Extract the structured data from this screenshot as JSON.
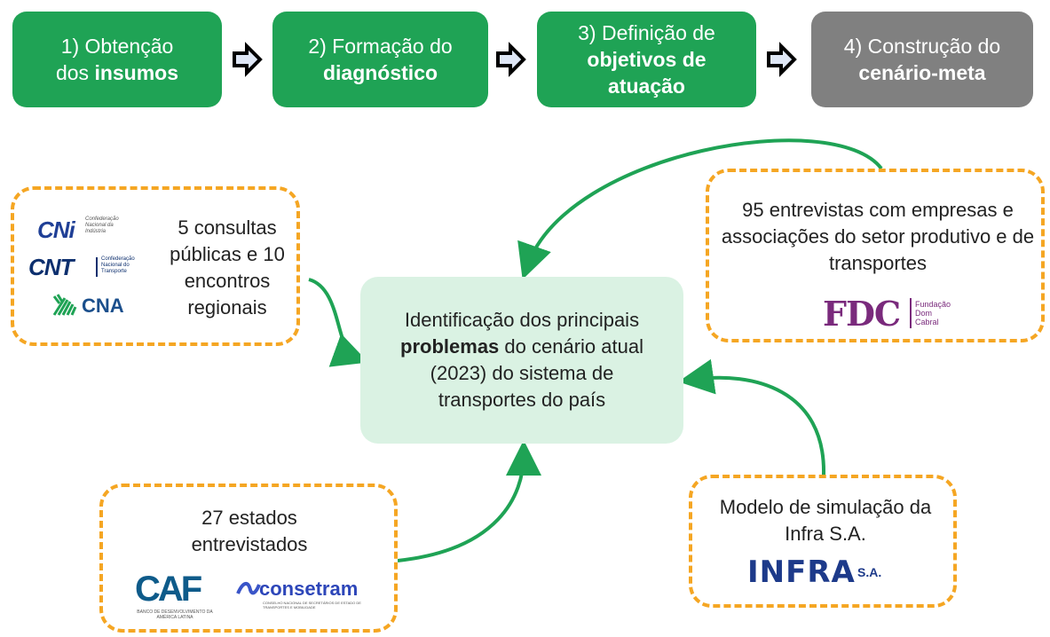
{
  "steps": [
    {
      "line1": "1) Obtenção",
      "line2a": "dos ",
      "line2b": "insumos"
    },
    {
      "line1": "2) Formação do",
      "line2b": "diagnóstico"
    },
    {
      "line1": "3) Definição de",
      "line2b": "objetivos de",
      "line3b": "atuação"
    },
    {
      "line1": "4) Construção do",
      "line2b": "cenário-meta"
    }
  ],
  "center": {
    "pre": "Identificação dos principais ",
    "bold": "problemas",
    "post": " do cenário atual (2023) do sistema de transportes do país"
  },
  "sources": {
    "consultas": {
      "text": "5 consultas públicas e 10 encontros regionais",
      "logos": {
        "cni": "CNi",
        "cni_sub": "Confederação Nacional da Indústria",
        "cnt": "CNT",
        "cnt_sub": "Confederação Nacional do Transporte",
        "cna": "CNA"
      }
    },
    "entrevistas": {
      "text": "95 entrevistas com empresas e associações do setor produtivo e de transportes",
      "logo": "FDC",
      "logo_sub": "Fundação Dom Cabral"
    },
    "estados": {
      "text": "27 estados entrevistados",
      "logos": {
        "caf": "CAF",
        "caf_sub": "BANCO DE DESENVOLVIMENTO DA AMÉRICA LATINA",
        "consetram": "consetram",
        "consetram_sub": "CONSELHO NACIONAL DE SECRETÁRIOS DE ESTADO DE TRANSPORTES E MOBILIDADE"
      }
    },
    "modelo": {
      "text": "Modelo de simulação da Infra S.A.",
      "logo": "INFRA",
      "logo_suffix": "S.A."
    }
  },
  "colors": {
    "green": "#1fa355",
    "gray": "#808080",
    "dash": "#f5a623",
    "center_bg": "#daf2e3",
    "arrow": "#1fa355"
  }
}
